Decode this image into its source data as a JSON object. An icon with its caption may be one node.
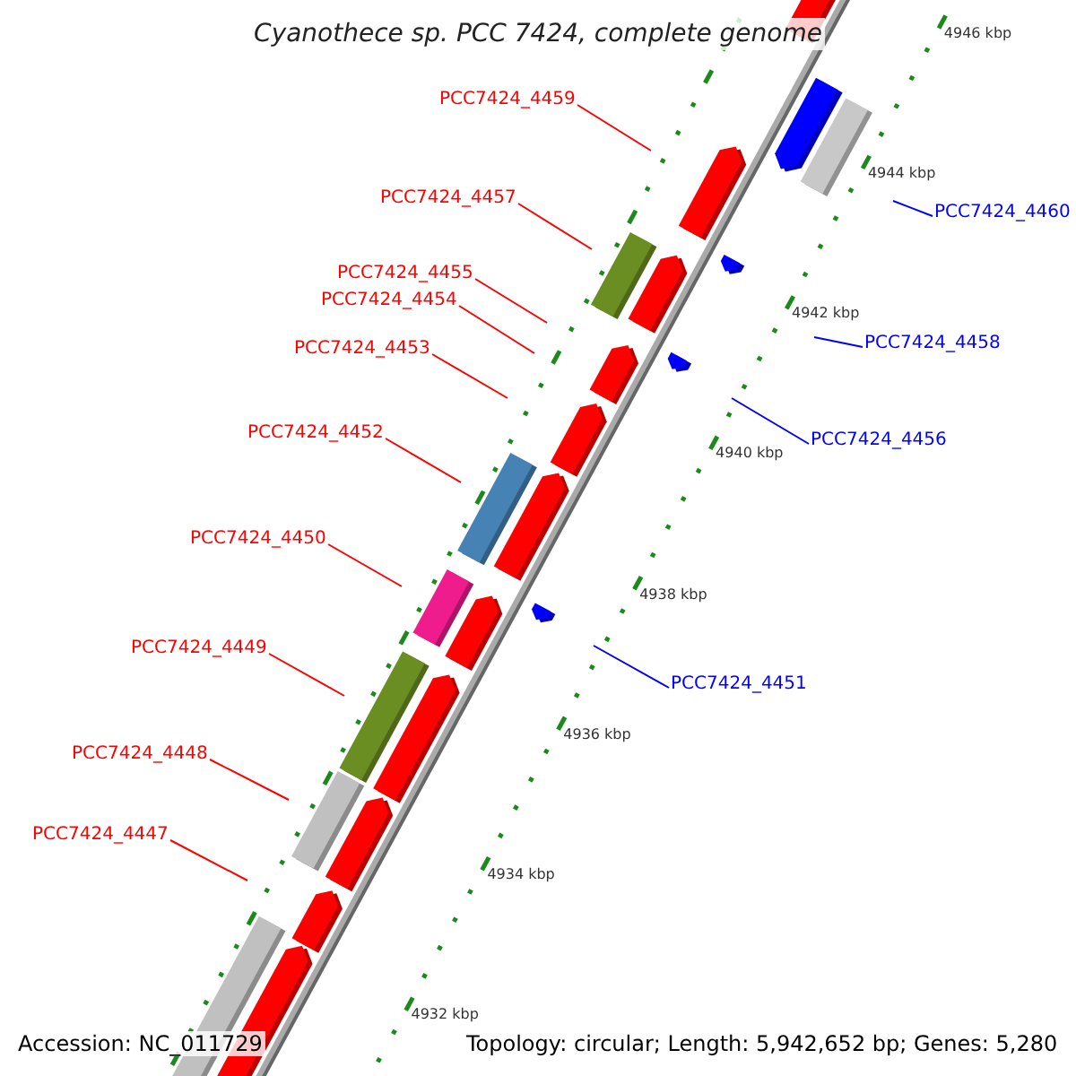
{
  "diagram": {
    "title": "Cyanothece sp. PCC 7424, complete genome",
    "nodes": [
      {
        "text": [
          "PCC7424_4459"
        ]
      },
      {
        "text": [
          "PCC7424_4457"
        ]
      },
      {
        "text": [
          "PCC7424_4460"
        ]
      },
      {
        "text": [
          "PCC7424_4455"
        ]
      },
      {
        "text": [
          "PCC7424_4454"
        ]
      },
      {
        "text": [
          "PCC7424_4458"
        ]
      },
      {
        "text": [
          "PCC7424_4453"
        ]
      },
      {
        "text": [
          "PCC7424_4452"
        ]
      },
      {
        "text": [
          "PCC7424_4456"
        ]
      },
      {
        "text": [
          "PCC7424_4450"
        ]
      },
      {
        "text": [
          "PCC7424_4449"
        ]
      },
      {
        "text": [
          "PCC7424_4451"
        ]
      },
      {
        "text": [
          "PCC7424_4448"
        ]
      },
      {
        "text": [
          "PCC7424_4447"
        ]
      }
    ],
    "edges": [
      {
        "from": 0,
        "to": null,
        "arrow": "none"
      },
      {
        "from": 1,
        "to": null,
        "arrow": "none"
      },
      {
        "from": 2,
        "to": null,
        "arrow": "none",
        "color": "#0000ff"
      },
      {
        "from": 3,
        "to": null,
        "arrow": "none"
      },
      {
        "from": 4,
        "to": null,
        "arrow": "none"
      },
      {
        "from": 5,
        "to": null,
        "arrow": "none",
        "color": "#0000ff"
      },
      {
        "from": 6,
        "to": null,
        "arrow": "none"
      },
      {
        "from": 7,
        "to": null,
        "arrow": "none"
      },
      {
        "from": 8,
        "to": null,
        "arrow": "none",
        "color": "#0000ff"
      },
      {
        "from": 9,
        "to": null,
        "arrow": "none"
      },
      {
        "from": 10,
        "to": null,
        "arrow": "none"
      },
      {
        "from": 11,
        "to": null,
        "arrow": "none",
        "color": "#0000ff"
      },
      {
        "from": 12,
        "to": null,
        "arrow": "none"
      },
      {
        "from": 13,
        "to": null,
        "arrow": "none"
      }
    ],
    "labels": [
      "4946 kbp",
      "4944 kbp",
      "4942 kbp",
      "4940 kbp",
      "4938 kbp",
      "4936 kbp",
      "4934 kbp",
      "4932 kbp",
      "Accession: NC_011729",
      "Topology: circular; Length: 5,942,652 bp; Genes: 5,280"
    ]
  }
}
